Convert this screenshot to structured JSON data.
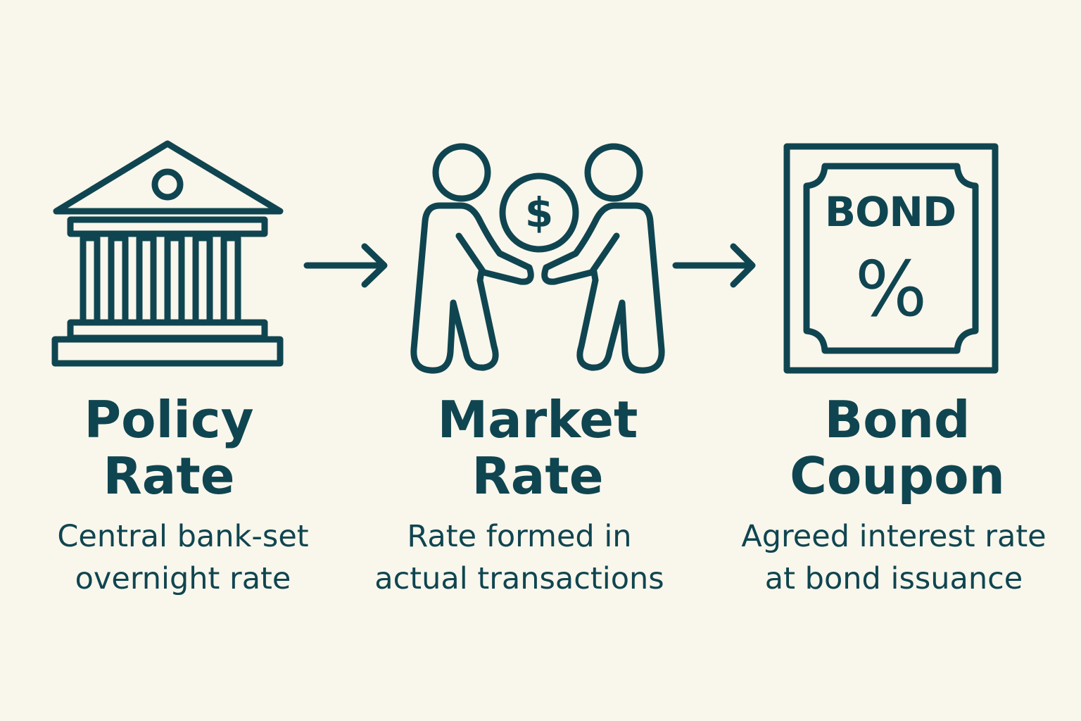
{
  "colors": {
    "background": "#f9f6ec",
    "ink": "#0f4550"
  },
  "steps": [
    {
      "icon": "bank-icon",
      "title_lines": [
        "Policy",
        "Rate"
      ],
      "desc_lines": [
        "Central bank-set",
        "overnight rate"
      ]
    },
    {
      "icon": "handshake-money-icon",
      "icon_symbol": "$",
      "title_lines": [
        "Market",
        "Rate"
      ],
      "desc_lines": [
        "Rate formed in",
        "actual transactions"
      ]
    },
    {
      "icon": "bond-certificate-icon",
      "icon_label": "BOND",
      "icon_symbol": "%",
      "title_lines": [
        "Bond",
        "Coupon"
      ],
      "desc_lines": [
        "Agreed interest rate",
        "at bond issuance"
      ]
    }
  ],
  "connectors": [
    "right-arrow-icon",
    "right-arrow-icon"
  ]
}
